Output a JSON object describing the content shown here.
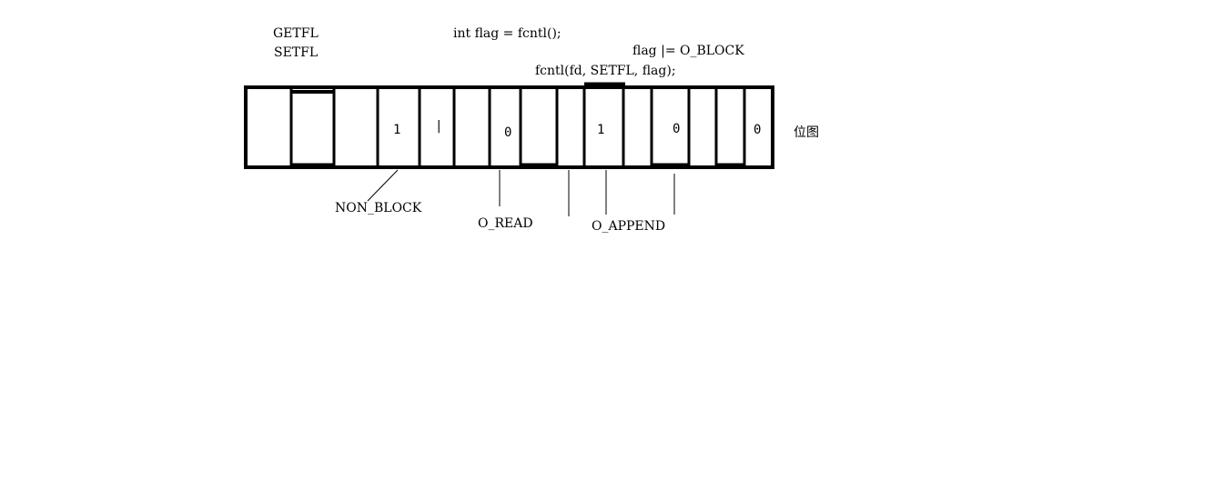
{
  "labels": {
    "getfl": "GETFL",
    "setfl": "SETFL",
    "code_get": "int flag = fcntl();",
    "code_or": "flag |= O_BLOCK",
    "code_set": "fcntl(fd, SETFL, flag);",
    "bitmap": "位图",
    "non_block": "NON_BLOCK",
    "o_read": "O_READ",
    "o_append": "O_APPEND"
  },
  "bits": {
    "b1": "1",
    "b2": "|",
    "b3": "0",
    "b4": "1",
    "b5": "0",
    "b6": "0"
  },
  "colors": {
    "stroke": "#000000",
    "background": "#ffffff"
  }
}
